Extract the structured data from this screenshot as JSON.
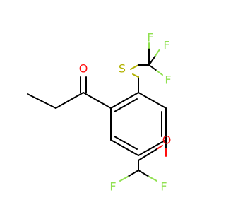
{
  "molecule": {
    "atoms": {
      "o_carbonyl": {
        "symbol": "O",
        "color": "#ff0d0d"
      },
      "s": {
        "symbol": "S",
        "color": "#b2b200"
      },
      "f_cf3_top": {
        "symbol": "F",
        "color": "#90e050"
      },
      "f_cf3_right": {
        "symbol": "F",
        "color": "#90e050"
      },
      "f_cf3_bottom": {
        "symbol": "F",
        "color": "#90e050"
      },
      "o_ether": {
        "symbol": "O",
        "color": "#ff0d0d"
      },
      "f_chf2_left": {
        "symbol": "F",
        "color": "#90e050"
      },
      "f_chf2_right": {
        "symbol": "F",
        "color": "#90e050"
      }
    }
  }
}
